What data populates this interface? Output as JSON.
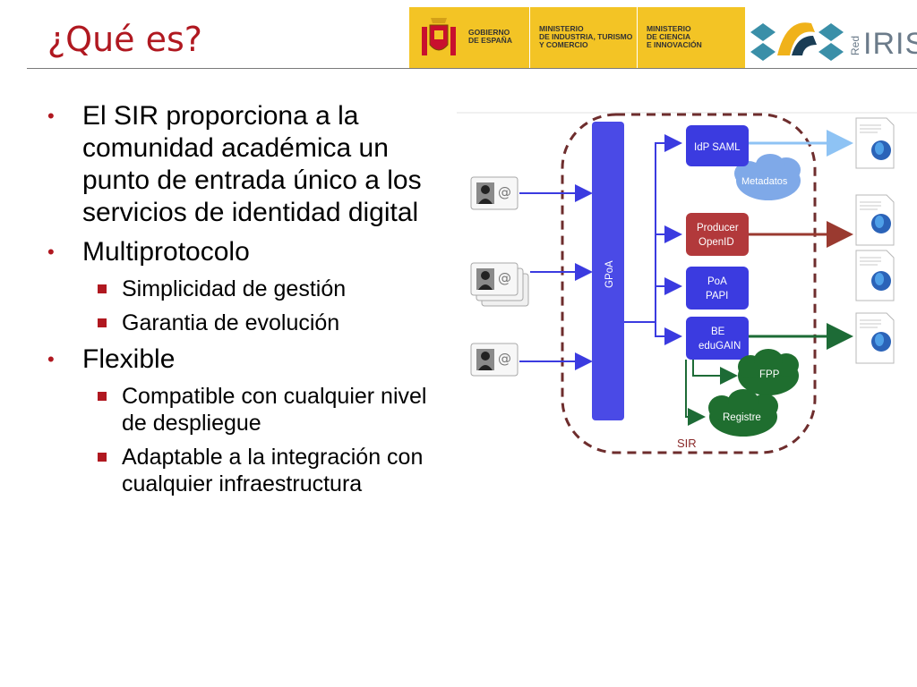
{
  "slide": {
    "title": "¿Qué es?",
    "bullets": [
      {
        "text": "El SIR proporciona a la comunidad académica un punto de entrada único a los servicios de identidad digital"
      },
      {
        "text": "Multiprotocolo",
        "sub": [
          "Simplicidad de gestión",
          "Garantia de evolución"
        ]
      },
      {
        "text": "Flexible",
        "sub": [
          "Compatible con cualquier nivel de despliegue",
          "Adaptable a la integración con cualquier infraestructura"
        ]
      }
    ]
  },
  "header_logos": {
    "gobierno": "GOBIERNO\nDE ESPAÑA",
    "ministerio_industria": "MINISTERIO\nDE INDUSTRIA, TURISMO\nY COMERCIO",
    "ministerio_ciencia": "MINISTERIO\nDE CIENCIA\nE INNOVACIÓN",
    "rediris_word": "IRIS",
    "rediris_prefix": "Red",
    "band_color": "#f3c425"
  },
  "diagram": {
    "gpoa_label": "GPoA",
    "idp_saml": [
      "IdP SAML"
    ],
    "metadatos": "Metadatos",
    "producer_openid": [
      "Producer",
      "OpenID"
    ],
    "poa_papi": [
      "PoA",
      "PAPI"
    ],
    "be_edugain": [
      "BE",
      "eduGAIN"
    ],
    "fpp": "FPP",
    "registre": "Registre",
    "sir_label": "SIR",
    "colors": {
      "gpoa": "#4a4ae6",
      "box_blue": "#3b3be0",
      "box_red": "#b2393b",
      "cloud_blue": "#7fa9e8",
      "cloud_green": "#1f6e2f",
      "arrow_blue": "#3b3be0",
      "arrow_lightblue": "#8ec3f4",
      "arrow_red": "#9a3a30",
      "arrow_green": "#1d6b36",
      "sir_border": "#6e2d2d"
    }
  }
}
